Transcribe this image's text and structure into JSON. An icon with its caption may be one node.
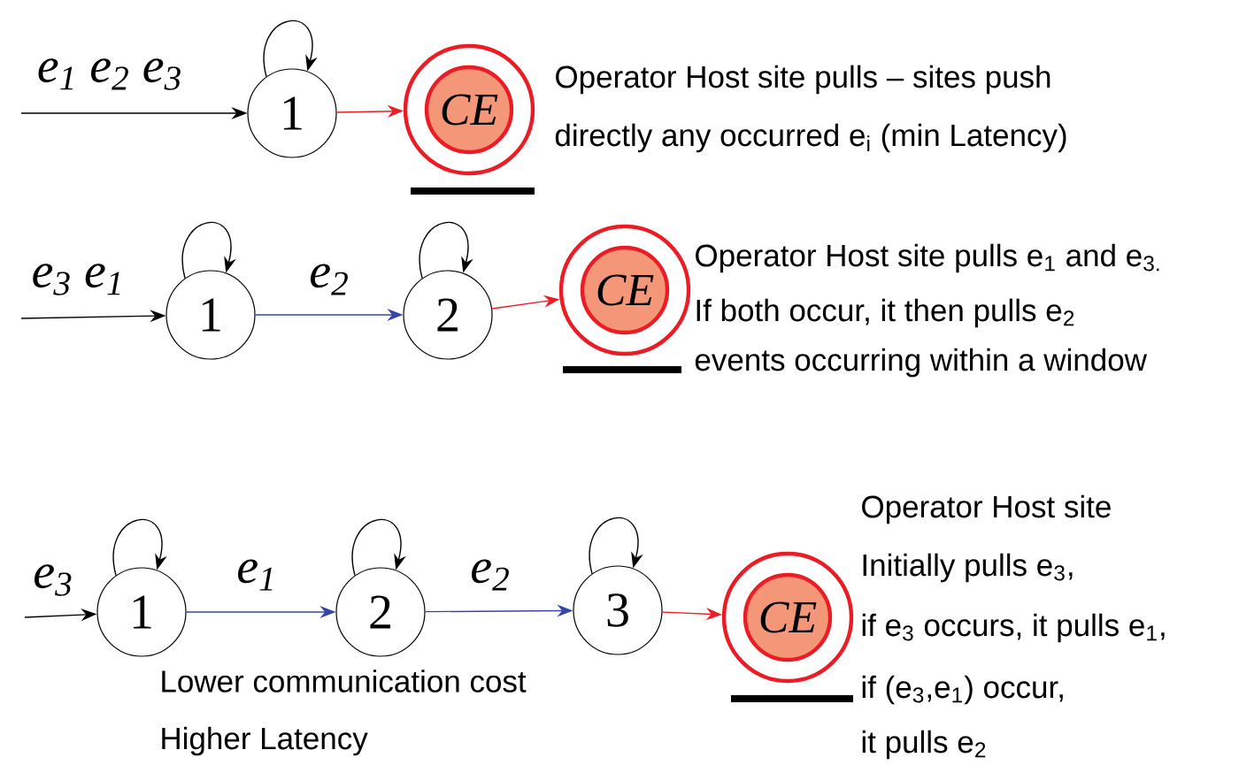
{
  "diagram": {
    "nodes": [
      {
        "text": [
          "1"
        ]
      },
      {
        "text": [
          "CE"
        ],
        "beside": [
          "Operator Host site pulls – sites push",
          "directly any occurred e$_{i}$ (min Latency)"
        ]
      },
      {
        "text": [
          "1"
        ]
      },
      {
        "text": [
          "2"
        ]
      },
      {
        "text": [
          "CE"
        ],
        "beside": [
          "Operator Host site pulls e$_{1}$ and e$_{3.}$",
          "If both occur, it then pulls e$_{2}$",
          "events occurring within a window"
        ]
      },
      {
        "text": [
          "1"
        ]
      },
      {
        "text": [
          "2"
        ]
      },
      {
        "text": [
          "3"
        ]
      },
      {
        "text": [
          "CE"
        ],
        "beside": [
          "Operator Host site",
          "Initially pulls e$_{3}$,",
          "if e$_{3}$ occurs, it pulls e$_{1}$,",
          "if (e$_{3}$,e$_{1}$) occur,",
          "it pulls e$_{2}$"
        ]
      }
    ],
    "edges": [
      {
        "from": null,
        "to": 0,
        "arrow": "to",
        "label": "e$_{1}$ e$_{2}$ e$_{3}$"
      },
      {
        "from": 0,
        "to": 0,
        "arrow": "to"
      },
      {
        "from": 0,
        "to": 1,
        "arrow": "to",
        "color": "#ee1c25"
      },
      {
        "from": null,
        "to": 2,
        "arrow": "to",
        "label": "e$_{3}$ e$_{1}$"
      },
      {
        "from": 2,
        "to": 2,
        "arrow": "to"
      },
      {
        "from": 2,
        "to": 3,
        "arrow": "to",
        "label": "e$_{2}$",
        "color": "#3446a8"
      },
      {
        "from": 3,
        "to": 3,
        "arrow": "to"
      },
      {
        "from": 3,
        "to": 4,
        "arrow": "to",
        "color": "#ee1c25"
      },
      {
        "from": null,
        "to": 5,
        "arrow": "to",
        "label": "e$_{3}$"
      },
      {
        "from": 5,
        "to": 5,
        "arrow": "to"
      },
      {
        "from": 5,
        "to": 6,
        "arrow": "to",
        "label": "e$_{1}$",
        "color": "#3446a8"
      },
      {
        "from": 6,
        "to": 6,
        "arrow": "to"
      },
      {
        "from": 6,
        "to": 7,
        "arrow": "to",
        "label": "e$_{2}$",
        "color": "#3446a8"
      },
      {
        "from": 7,
        "to": 7,
        "arrow": "to"
      },
      {
        "from": 7,
        "to": 8,
        "arrow": "to",
        "color": "#ee1c25"
      }
    ],
    "labels": [
      "Lower communication cost",
      "Higher Latency"
    ]
  }
}
